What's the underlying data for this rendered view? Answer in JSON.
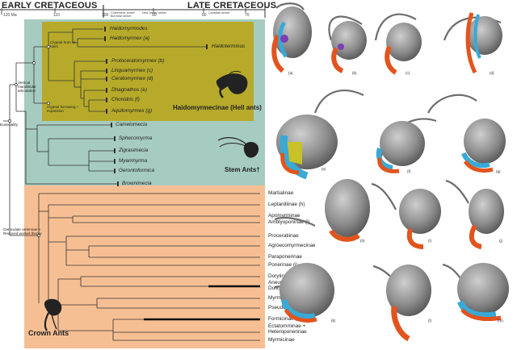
{
  "header": {
    "early": "EARLY CRETACEOUS",
    "late": "LATE CRETACEOUS",
    "ticks": [
      "120 Ma",
      "110",
      "100",
      "90",
      "80",
      "70"
    ],
    "ambers": [
      "Charentese amber",
      "Burmese amber",
      "New Jersey amber",
      "Canadian amber"
    ]
  },
  "hell_ants": {
    "title": "Haidomyrmecinae (Hell ants)",
    "taxa": [
      "Haidomyrmodes",
      "Haidomyrmex (a)",
      "Haidoterminus",
      "Protoceratomyrmex (b)",
      "Linguamyrmex (c)",
      "Ceratomyrmex (d)",
      "Dhagnathos (e)",
      "Chonidris (f)",
      "Aquilomyrmex (g)"
    ],
    "notes": {
      "clypeal_horn": "Clypeal horn or hairs",
      "vertical_mandible": "Vertical mandibular articulation",
      "clypeal_furrowing": "Clypeal furrowing + expansion"
    }
  },
  "stem_ants": {
    "title": "Stem Ants†",
    "taxa": [
      "Camelomecia",
      "Sphecomyrma",
      "Zigrasimecia",
      "Myanmyrma",
      "Gerontoformica",
      "Brownimecia"
    ]
  },
  "crown_ants": {
    "title": "Crown Ants",
    "taxa": [
      "Martialinae",
      "Leptanillinae (h)",
      "Apomyrminae",
      "Amblyoponinae (i)",
      "Proceratiinae",
      "Agroecomyrmecinae",
      "Paraponerinae",
      "Ponerinae (j)",
      "Dorylinae",
      "Aneuretinae (k) + Dolichoderinae",
      "Myrmeciinae (l)",
      "Pseudomyrmecinae (m)",
      "Formicinae",
      "Ectatomminae + Heteroponerinae",
      "Myrmicinae"
    ]
  },
  "root_notes": {
    "eusociality": "Eusociality",
    "geniculate": "Geniculate antennae + Reduced worker thorax"
  },
  "panel_labels": [
    "(a)",
    "(b)",
    "(c)",
    "(d)",
    "(e)",
    "(f)",
    "(g)",
    "(h)",
    "(i)",
    "(j)",
    "(k)",
    "(l)",
    "(m)"
  ],
  "colors": {
    "hell_box": "#b7aa2a",
    "stem_box": "#a6cbc0",
    "crown_box": "#f6bf93",
    "mandible": "#e2541e",
    "clypeus": "#39a9d6",
    "head": "#8d8d8d"
  }
}
